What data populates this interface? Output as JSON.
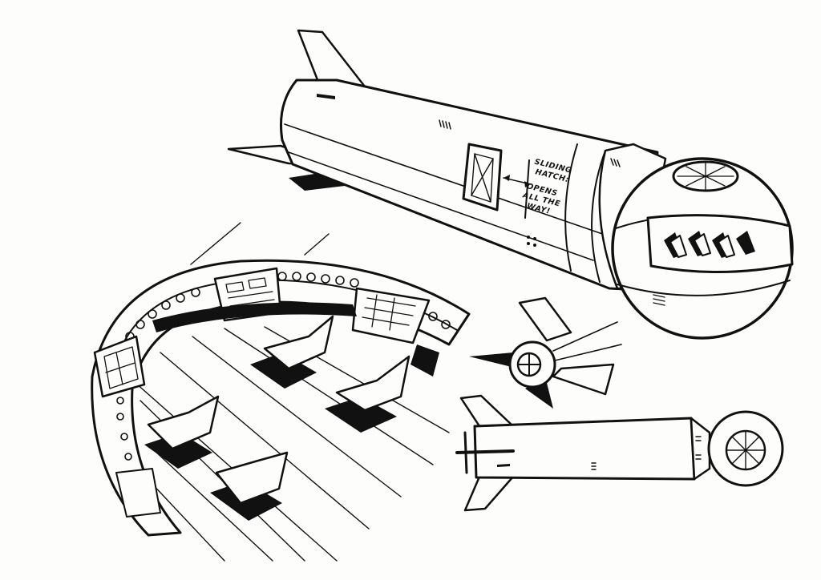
{
  "annotation": {
    "line1": "SLIDING",
    "line2": "HATCH:",
    "line3": "OPENS",
    "line4": "ALL THE",
    "line5": "WAY!"
  },
  "colors": {
    "ink": "#111111",
    "paper": "#fdfdfb"
  }
}
